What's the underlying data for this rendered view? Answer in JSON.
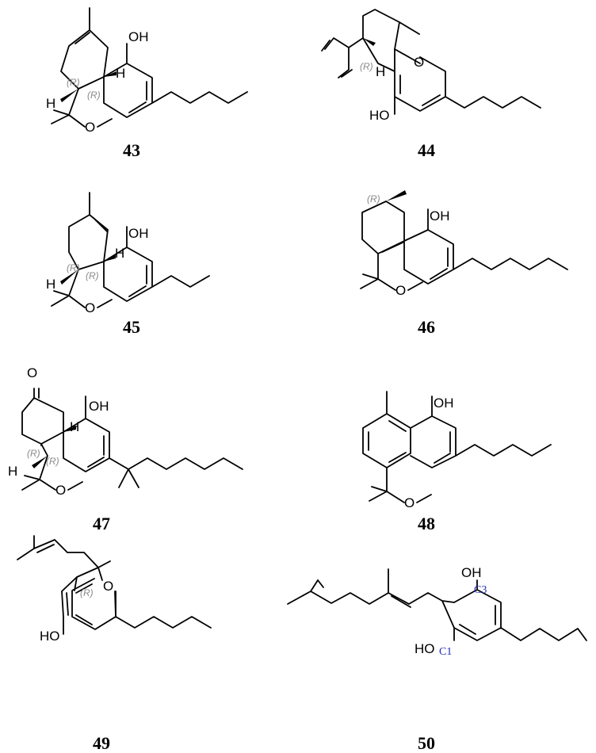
{
  "compounds": [
    {
      "id": "43",
      "labels": {
        "oh": "OH",
        "o": "O",
        "h1": "H",
        "h2": "H",
        "s1": "(R)",
        "s2": "(R)"
      }
    },
    {
      "id": "44",
      "labels": {
        "o": "O",
        "ho": "HO",
        "h1": "H",
        "s1": "(R)"
      }
    },
    {
      "id": "45",
      "labels": {
        "oh": "OH",
        "o": "O",
        "h1": "H",
        "h2": "H",
        "s1": "(R)",
        "s2": "(R)"
      }
    },
    {
      "id": "46",
      "labels": {
        "oh": "OH",
        "o": "O",
        "s1": "(R)"
      }
    },
    {
      "id": "47",
      "labels": {
        "oxo": "O",
        "oh": "OH",
        "o": "O",
        "h1": "H",
        "h2": "H",
        "s1": "(R)",
        "s2": "(R)"
      }
    },
    {
      "id": "48",
      "labels": {
        "oh": "OH",
        "o": "O"
      }
    },
    {
      "id": "49",
      "labels": {
        "o": "O",
        "ho": "HO",
        "s1": "(R)"
      }
    },
    {
      "id": "50",
      "labels": {
        "oh": "OH",
        "ho": "HO",
        "c3": "C3",
        "c1": "C1"
      }
    }
  ],
  "colors": {
    "stereo_label": "#8a8a8a",
    "carbon_number": "#1f2bb8"
  }
}
